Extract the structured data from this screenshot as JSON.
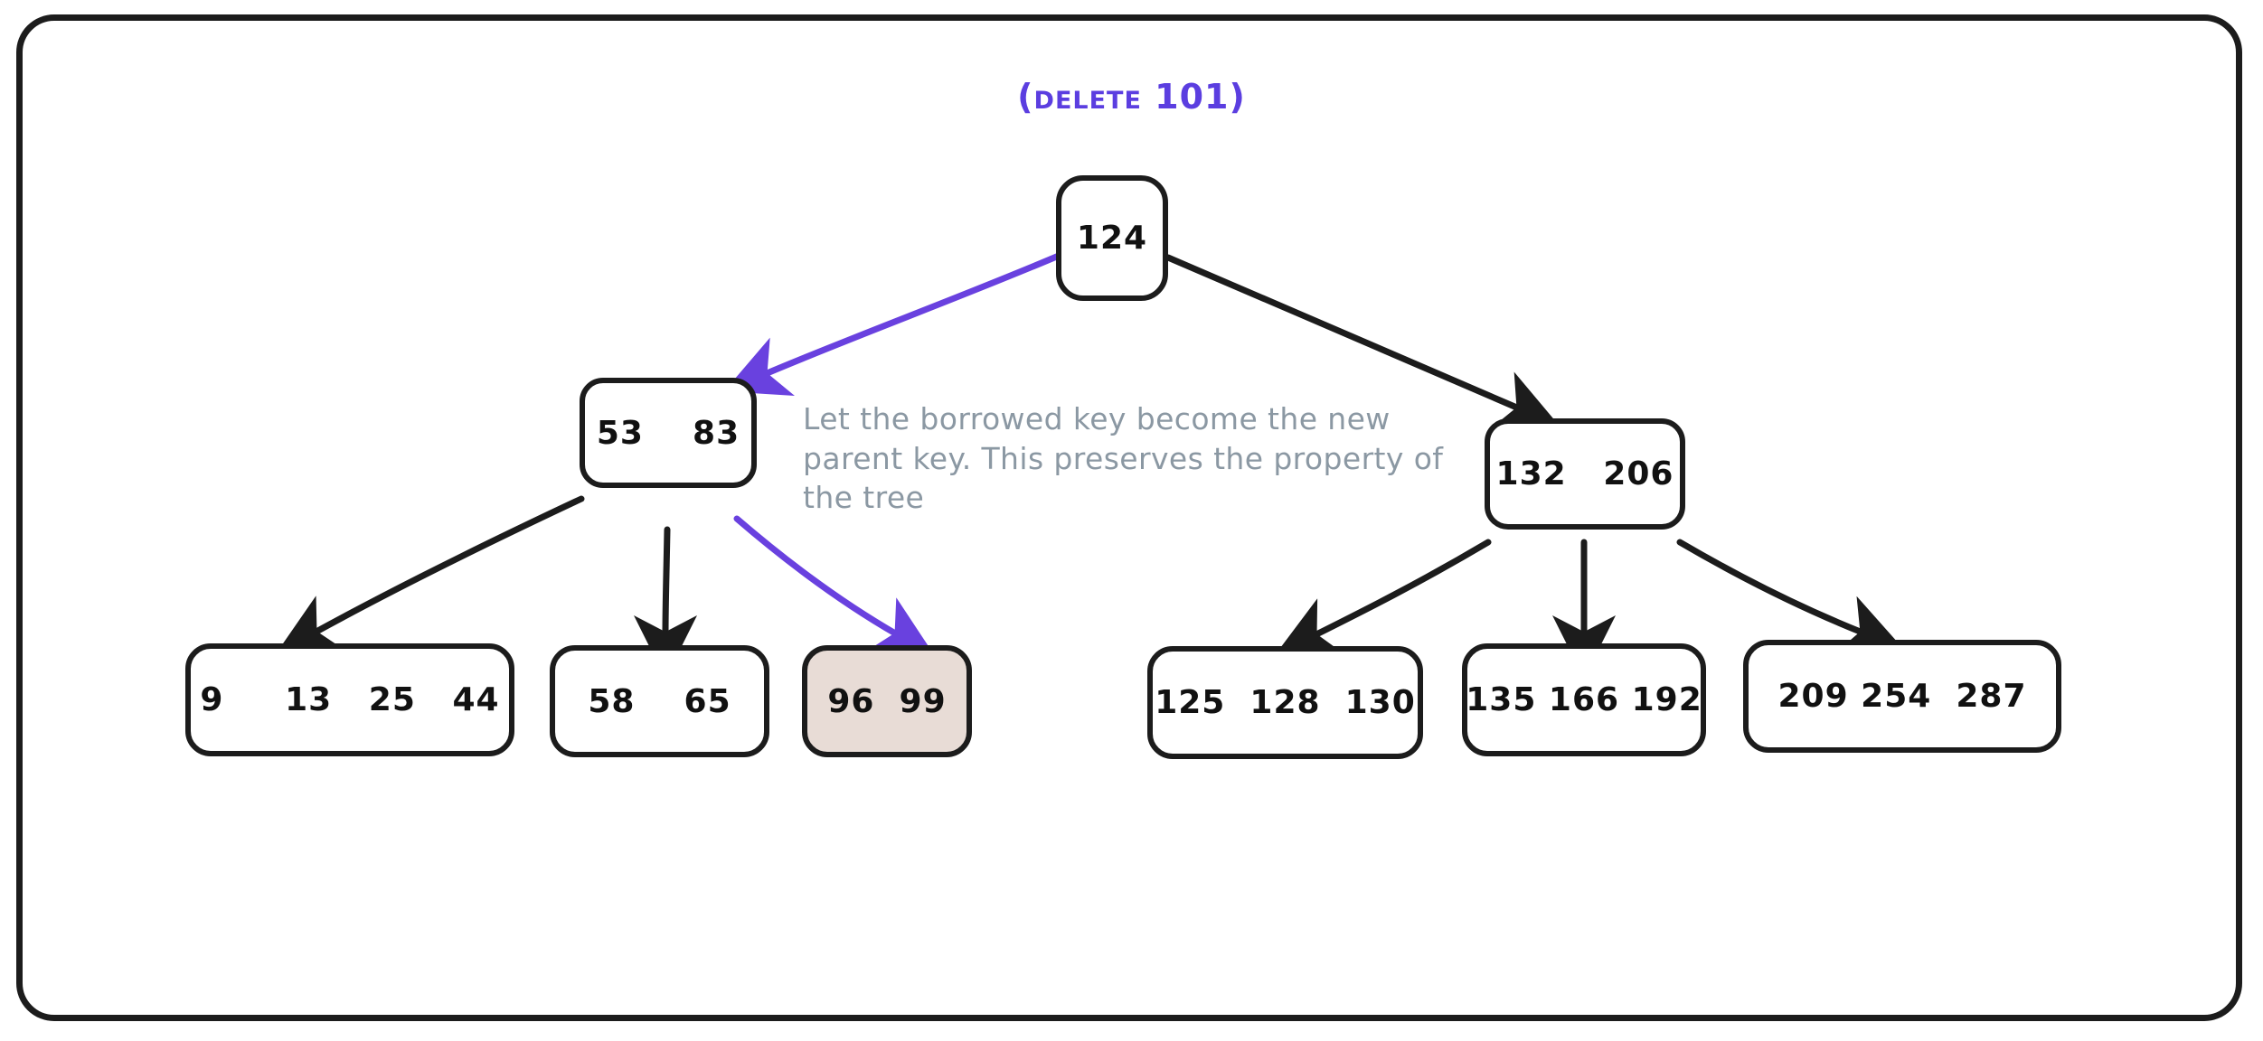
{
  "diagram": {
    "title": "(Delete 101)",
    "title_color": "#5b3ee0",
    "annotation": "Let the borrowed key become the new parent key. This preserves the property of the tree",
    "annotation_color": "#8b98a3",
    "highlight_color": "#e8dcd6",
    "edge_color": "#1c1c1c",
    "highlight_edge_color": "#6941df"
  },
  "tree": {
    "root": {
      "keys": "124"
    },
    "internal": [
      {
        "id": "left",
        "keys": "53    83"
      },
      {
        "id": "right",
        "keys": "132   206"
      }
    ],
    "leaves": [
      {
        "id": "leaf-1",
        "keys": "9     13   25   44",
        "highlighted": false
      },
      {
        "id": "leaf-2",
        "keys": "58    65",
        "highlighted": false
      },
      {
        "id": "leaf-3",
        "keys": "96  99",
        "highlighted": true
      },
      {
        "id": "leaf-4",
        "keys": "125  128  130",
        "highlighted": false
      },
      {
        "id": "leaf-5",
        "keys": "135 166 192",
        "highlighted": false
      },
      {
        "id": "leaf-6",
        "keys": "209 254  287",
        "highlighted": false
      }
    ]
  },
  "chart_data": {
    "type": "diagram",
    "title": "(Delete 101)",
    "structure": "B-tree borrow/redistribute step",
    "nodes": [
      {
        "level": 0,
        "keys": [
          124
        ]
      },
      {
        "level": 1,
        "keys": [
          53,
          83
        ]
      },
      {
        "level": 1,
        "keys": [
          132,
          206
        ]
      },
      {
        "level": 2,
        "keys": [
          9,
          13,
          25,
          44
        ]
      },
      {
        "level": 2,
        "keys": [
          58,
          65
        ]
      },
      {
        "level": 2,
        "keys": [
          96,
          99
        ],
        "highlighted": true
      },
      {
        "level": 2,
        "keys": [
          125,
          128,
          130
        ]
      },
      {
        "level": 2,
        "keys": [
          135,
          166,
          192
        ]
      },
      {
        "level": 2,
        "keys": [
          209,
          254,
          287
        ]
      }
    ],
    "edges": [
      {
        "from": "root",
        "to": "left",
        "color": "#6941df"
      },
      {
        "from": "root",
        "to": "right",
        "color": "#1c1c1c"
      },
      {
        "from": "left",
        "to": "leaf-1",
        "color": "#1c1c1c"
      },
      {
        "from": "left",
        "to": "leaf-2",
        "color": "#1c1c1c"
      },
      {
        "from": "left",
        "to": "leaf-3",
        "color": "#6941df"
      },
      {
        "from": "right",
        "to": "leaf-4",
        "color": "#1c1c1c"
      },
      {
        "from": "right",
        "to": "leaf-5",
        "color": "#1c1c1c"
      },
      {
        "from": "right",
        "to": "leaf-6",
        "color": "#1c1c1c"
      }
    ],
    "annotation": "Let the borrowed key become the new parent key. This preserves the property of the tree"
  }
}
